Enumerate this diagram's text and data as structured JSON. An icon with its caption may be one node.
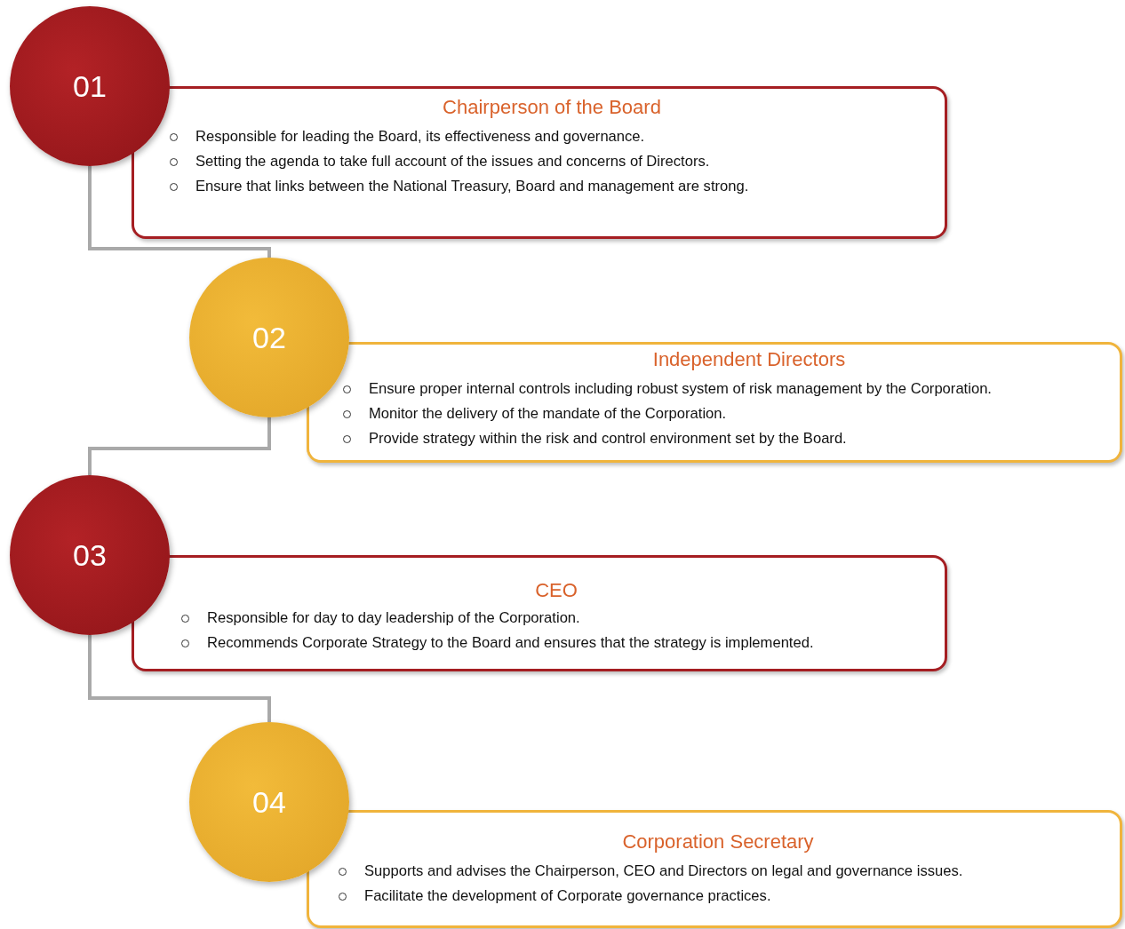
{
  "diagram": {
    "nodes": [
      {
        "text": [
          "01"
        ]
      },
      {
        "text": [
          "Chairperson of the Board",
          "Responsible for leading the Board, its effectiveness and governance.",
          "Setting the agenda to take full account of the issues and concerns of Directors.",
          "Ensure that links between the National Treasury, Board and management are strong."
        ]
      },
      {
        "text": [
          "02"
        ]
      },
      {
        "text": [
          "Independent Directors",
          "Ensure proper internal controls including robust system of risk management by the Corporation.",
          "Monitor the delivery of the mandate of the Corporation.",
          "Provide strategy within the risk and control environment set by the Board."
        ]
      },
      {
        "text": [
          "03"
        ]
      },
      {
        "text": [
          "CEO",
          "Responsible for day to day leadership of the Corporation.",
          "Recommends Corporate Strategy to the Board and ensures that the strategy is implemented."
        ]
      },
      {
        "text": [
          "04"
        ]
      },
      {
        "text": [
          "Corporation Secretary",
          "Supports and advises the Chairperson, CEO and Directors on legal and governance issues.",
          "Facilitate the development of Corporate governance practices."
        ]
      }
    ],
    "edges": [
      {
        "from": 0,
        "to": 2,
        "arrow": "none"
      },
      {
        "from": 2,
        "to": 4,
        "arrow": "none"
      },
      {
        "from": 4,
        "to": 6,
        "arrow": "none"
      }
    ]
  }
}
